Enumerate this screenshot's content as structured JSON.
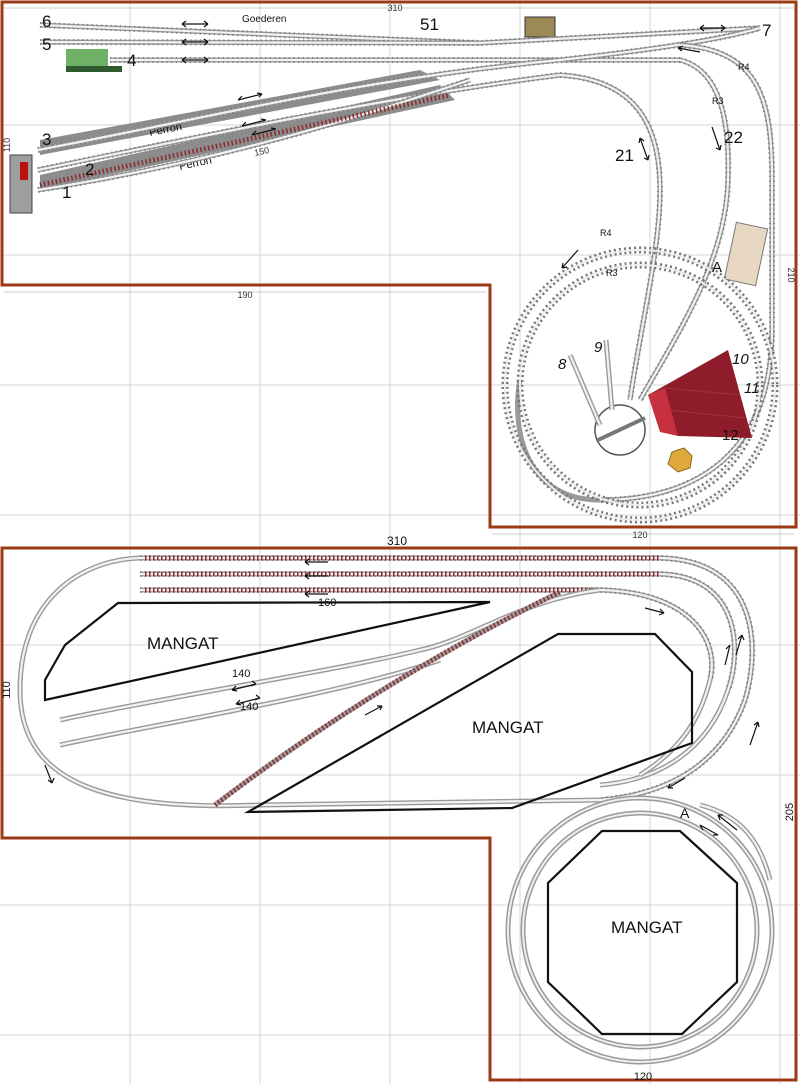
{
  "top_plan": {
    "dim_top": "310",
    "dim_left": "110",
    "dim_mid": "190",
    "dim_right": "210",
    "dim_bottom": "120",
    "dim_platform": "150",
    "goods_label": "Goederen",
    "platform_label": "Perron",
    "track_labels": [
      "1",
      "2",
      "3",
      "4",
      "5",
      "6",
      "7",
      "51",
      "21",
      "22",
      "8",
      "9",
      "10",
      "11",
      "12",
      "A"
    ],
    "radius_labels": [
      "R4",
      "R3"
    ]
  },
  "bottom_plan": {
    "dim_top": "310",
    "dim_left": "110",
    "dim_right": "205",
    "dim_bottom": "120",
    "len_labels": [
      "160",
      "140",
      "140"
    ],
    "hole_label": "MANGAT",
    "junction_label": "A"
  },
  "colors": {
    "wall": "#9b3a14",
    "platform": "#8c8c8c",
    "roundhouse": "#8e1c2a",
    "rail": "#9a9a9a",
    "hidden_track": "#8b2b2b"
  }
}
